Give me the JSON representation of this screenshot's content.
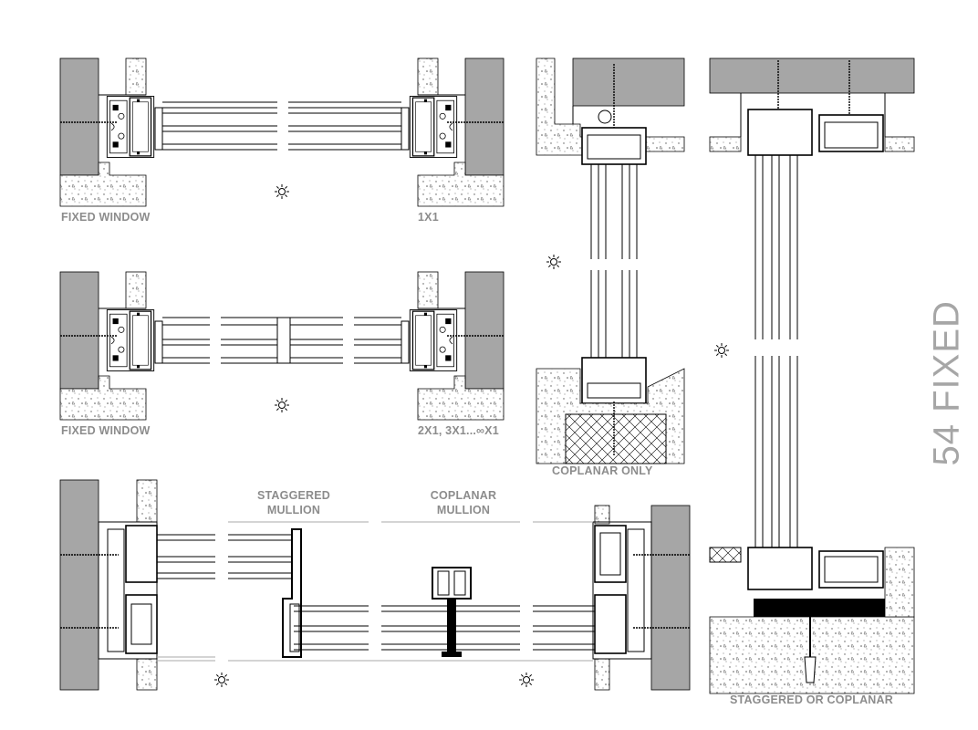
{
  "title": "54 FIXED",
  "labels": {
    "fixed_window_1": "FIXED WINDOW",
    "config_1x1": "1X1",
    "fixed_window_2": "FIXED WINDOW",
    "config_multi": "2X1, 3X1...∞X1",
    "staggered_mullion_1": "STAGGERED",
    "staggered_mullion_2": "MULLION",
    "coplanar_mullion_1": "COPLANAR",
    "coplanar_mullion_2": "MULLION",
    "coplanar_only": "COPLANAR ONLY",
    "staggered_or_coplanar": "STAGGERED OR COPLANAR"
  },
  "colors": {
    "wall": "#a6a6a6",
    "line": "#000000",
    "label": "#8c8c8c"
  },
  "icons": [
    "sun-icon",
    "screw-icon",
    "concrete-hatch",
    "insulation-hatch"
  ]
}
